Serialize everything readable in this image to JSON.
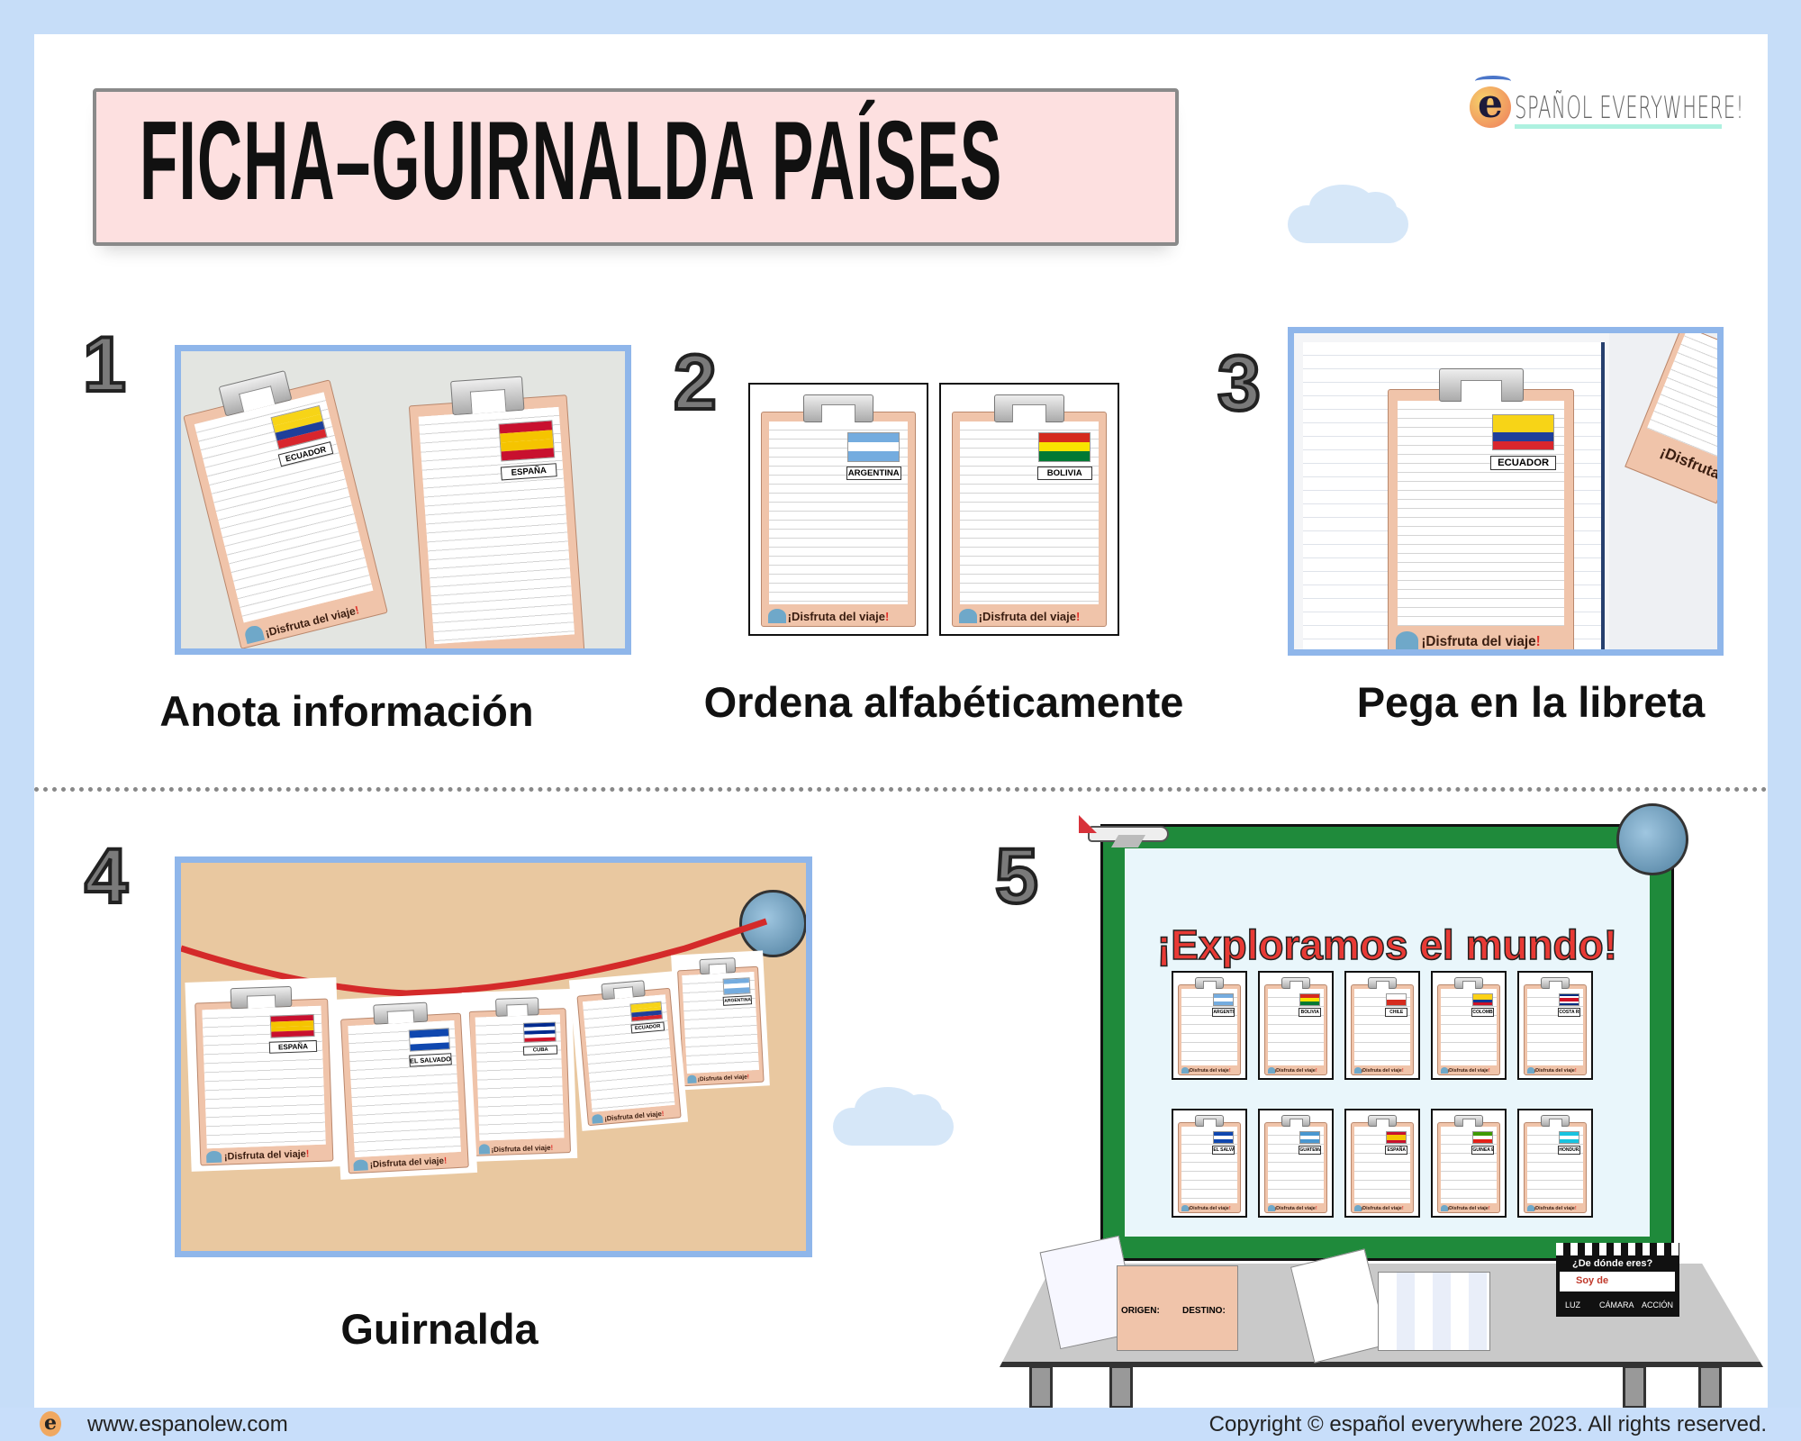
{
  "title": "FICHA–GUIRNALDA PAÍSES",
  "logo": {
    "letter": "e",
    "text": "SPAÑOL EVERYWHERE!"
  },
  "clip_footer": {
    "text": "¡Disfruta del viaje",
    "bang": "!"
  },
  "steps": [
    {
      "number": "1",
      "caption": "Anota información"
    },
    {
      "number": "2",
      "caption": "Ordena alfabéticamente"
    },
    {
      "number": "3",
      "caption": "Pega en la libreta"
    },
    {
      "number": "4",
      "caption": "Guirnalda"
    },
    {
      "number": "5",
      "caption": ""
    }
  ],
  "step1_clips": [
    {
      "country": "ECUADOR",
      "flag": [
        "#f7d417",
        "#f7d417",
        "#1f3f9a",
        "#d8262d"
      ]
    },
    {
      "country": "ESPAÑA",
      "flag": [
        "#c8102e",
        "#f5c400",
        "#f5c400",
        "#c8102e"
      ]
    }
  ],
  "step2_clips": [
    {
      "country": "ARGENTINA",
      "flag": [
        "#74acdf",
        "#ffffff",
        "#74acdf"
      ]
    },
    {
      "country": "BOLIVIA",
      "flag": [
        "#d52b1e",
        "#f9e300",
        "#007934"
      ]
    }
  ],
  "step3_clip": {
    "country": "ECUADOR",
    "flag": [
      "#f7d417",
      "#f7d417",
      "#1f3f9a",
      "#d8262d"
    ],
    "peek_text": "¡Disfruta"
  },
  "step4_clips": [
    {
      "country": "ESPAÑA",
      "flag": [
        "#c8102e",
        "#f5c400",
        "#f5c400",
        "#c8102e"
      ]
    },
    {
      "country": "EL SALVADOR",
      "flag": [
        "#0f47af",
        "#ffffff",
        "#0f47af"
      ]
    },
    {
      "country": "CUBA",
      "flag": [
        "#002a8f",
        "#ffffff",
        "#002a8f",
        "#ffffff",
        "#cf142b"
      ]
    },
    {
      "country": "ECUADOR",
      "flag": [
        "#f7d417",
        "#f7d417",
        "#1f3f9a",
        "#d8262d"
      ]
    },
    {
      "country": "ARGENTINA",
      "flag": [
        "#74acdf",
        "#ffffff",
        "#74acdf"
      ]
    }
  ],
  "board": {
    "title": "¡Exploramos el mundo!",
    "countries": [
      {
        "country": "ARGENTINA",
        "flag": [
          "#74acdf",
          "#ffffff",
          "#74acdf"
        ]
      },
      {
        "country": "BOLIVIA",
        "flag": [
          "#d52b1e",
          "#f9e300",
          "#007934"
        ]
      },
      {
        "country": "CHILE",
        "flag": [
          "#ffffff",
          "#d52b1e"
        ]
      },
      {
        "country": "COLOMBIA",
        "flag": [
          "#fcd116",
          "#fcd116",
          "#003893",
          "#ce1126"
        ]
      },
      {
        "country": "COSTA RICA",
        "flag": [
          "#002b7f",
          "#ffffff",
          "#ce1126",
          "#ce1126",
          "#ffffff",
          "#002b7f"
        ]
      },
      {
        "country": "EL SALVADOR",
        "flag": [
          "#0f47af",
          "#ffffff",
          "#0f47af"
        ]
      },
      {
        "country": "GUATEMALA",
        "flag": [
          "#4997d0",
          "#ffffff",
          "#4997d0"
        ]
      },
      {
        "country": "ESPAÑA",
        "flag": [
          "#c8102e",
          "#f5c400",
          "#f5c400",
          "#c8102e"
        ]
      },
      {
        "country": "GUINEA ECUATORIAL",
        "flag": [
          "#3e9a00",
          "#ffffff",
          "#e32118"
        ]
      },
      {
        "country": "HONDURAS",
        "flag": [
          "#18c3df",
          "#ffffff",
          "#18c3df"
        ]
      }
    ]
  },
  "table_items": {
    "origin": "ORIGEN:",
    "destination": "DESTINO:",
    "question": "¿De dónde eres?",
    "answer": "Soy de",
    "clapper": [
      "LUZ",
      "CÁMARA",
      "ACCIÓN"
    ]
  },
  "footer": {
    "url": "www.espanolew.com",
    "copyright": "Copyright © español everywhere 2023. All rights reserved."
  }
}
